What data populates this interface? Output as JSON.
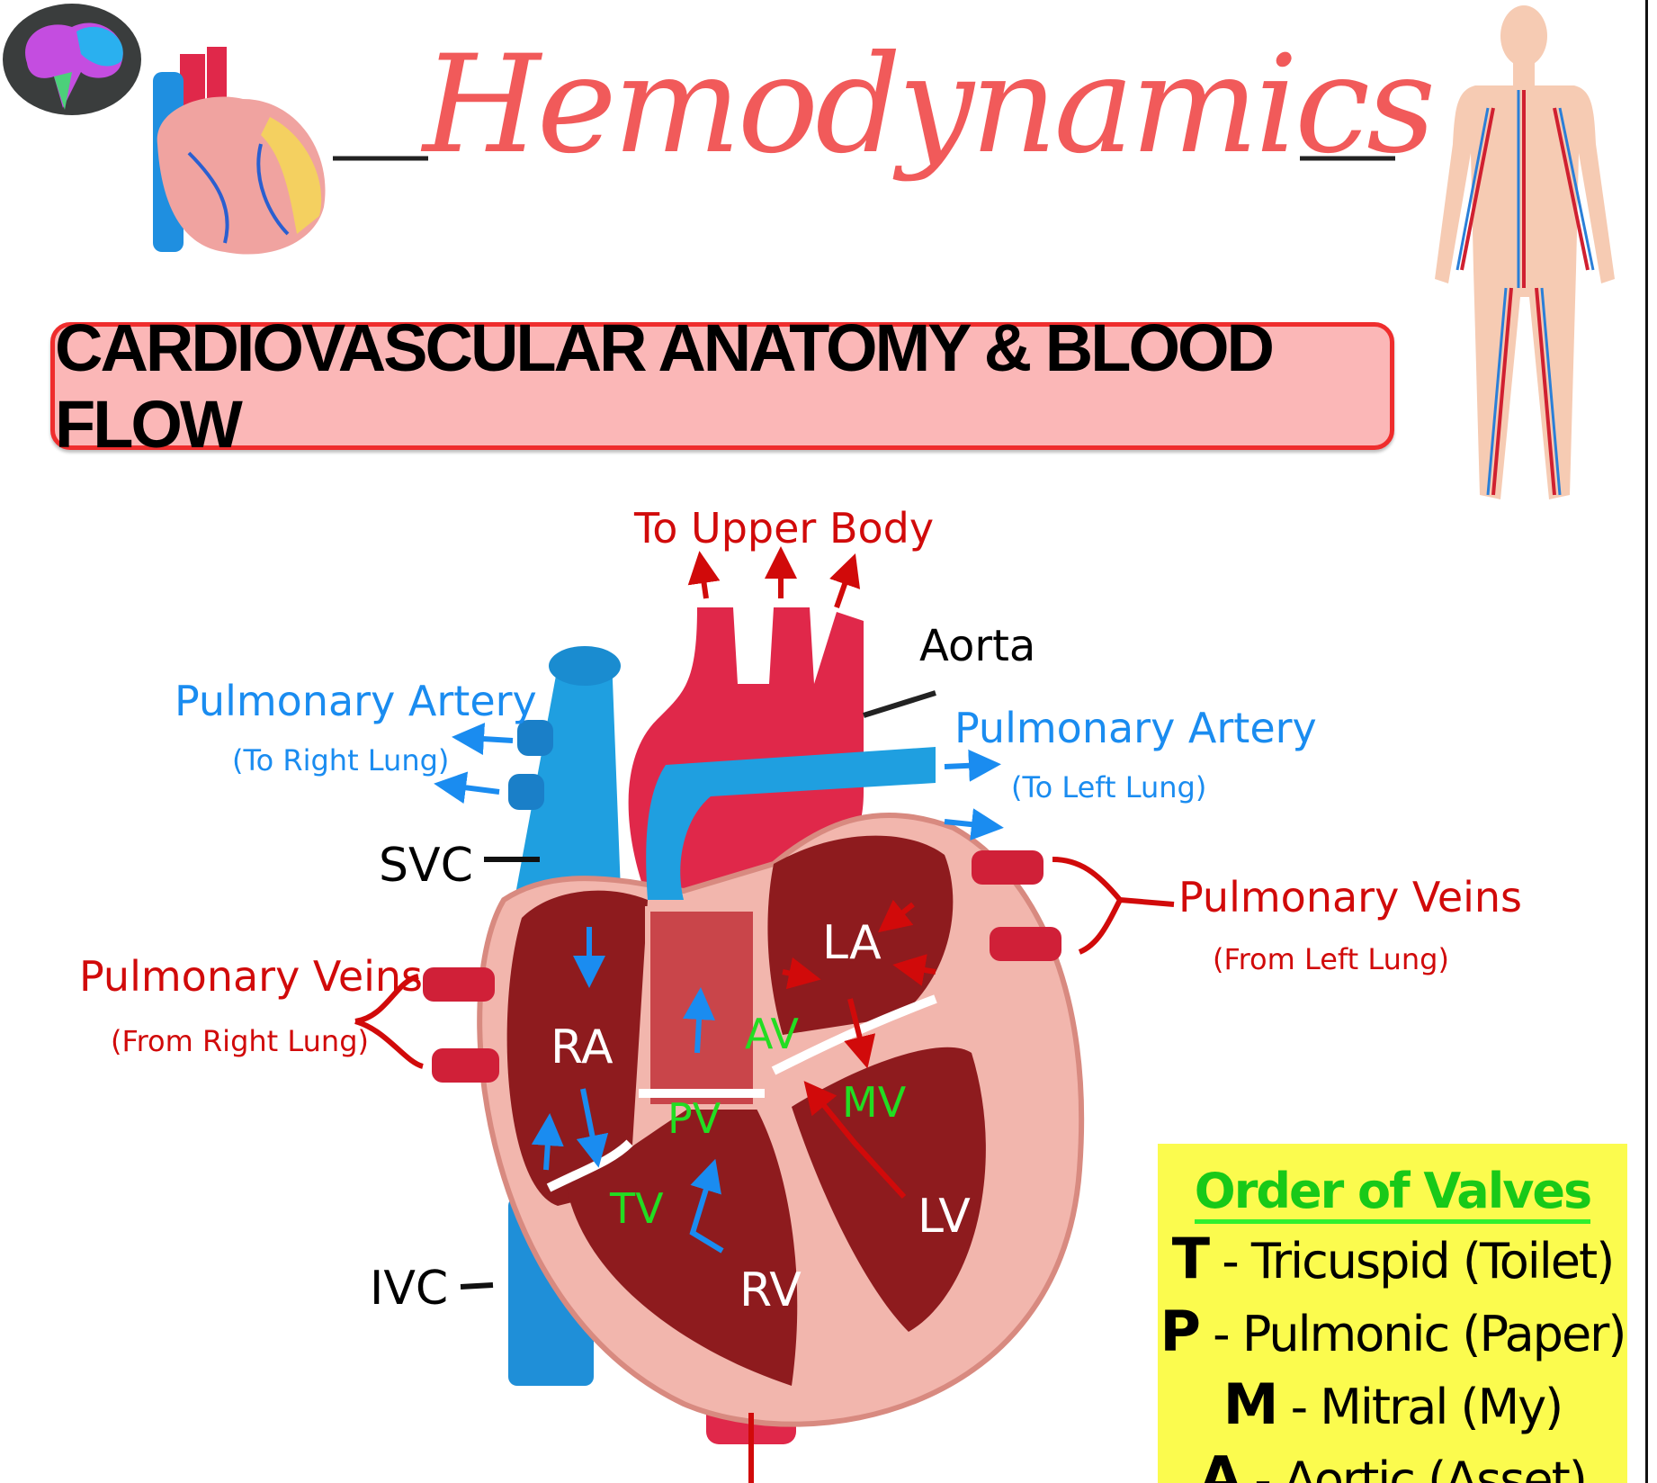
{
  "title": "Hemodynamics",
  "banner": "CARDIOVASCULAR ANATOMY & BLOOD FLOW",
  "icons": [
    "brain-logo-icon",
    "heart-icon",
    "human-circulatory-system-icon"
  ],
  "diagram": {
    "labels": {
      "to_upper_body": "To Upper Body",
      "aorta": "Aorta",
      "pulmonary_artery_right": "Pulmonary Artery",
      "pulmonary_artery_right_sub": "(To Right Lung)",
      "pulmonary_artery_left": "Pulmonary Artery",
      "pulmonary_artery_left_sub": "(To Left Lung)",
      "svc": "SVC",
      "ivc": "IVC",
      "pulmonary_veins_right": "Pulmonary Veins",
      "pulmonary_veins_right_sub": "(From Right Lung)",
      "pulmonary_veins_left": "Pulmonary Veins",
      "pulmonary_veins_left_sub": "(From Left Lung)",
      "la": "LA",
      "ra": "RA",
      "lv": "LV",
      "rv": "RV",
      "av": "AV",
      "pv": "PV",
      "mv": "MV",
      "tv": "TV"
    },
    "colors": {
      "oxygenated": "#d10a0a",
      "deoxygenated": "#1a8cf0",
      "valve": "#22dd22"
    }
  },
  "valves_box": {
    "heading": "Order of Valves",
    "rows": [
      {
        "letter": "T",
        "text": "- Tricuspid (Toilet)"
      },
      {
        "letter": "P",
        "text": "- Pulmonic (Paper)"
      },
      {
        "letter": "M",
        "text": "- Mitral (My)"
      },
      {
        "letter": "A",
        "text": "- Aortic (Asset)"
      }
    ],
    "background": "#fbfb4e"
  }
}
